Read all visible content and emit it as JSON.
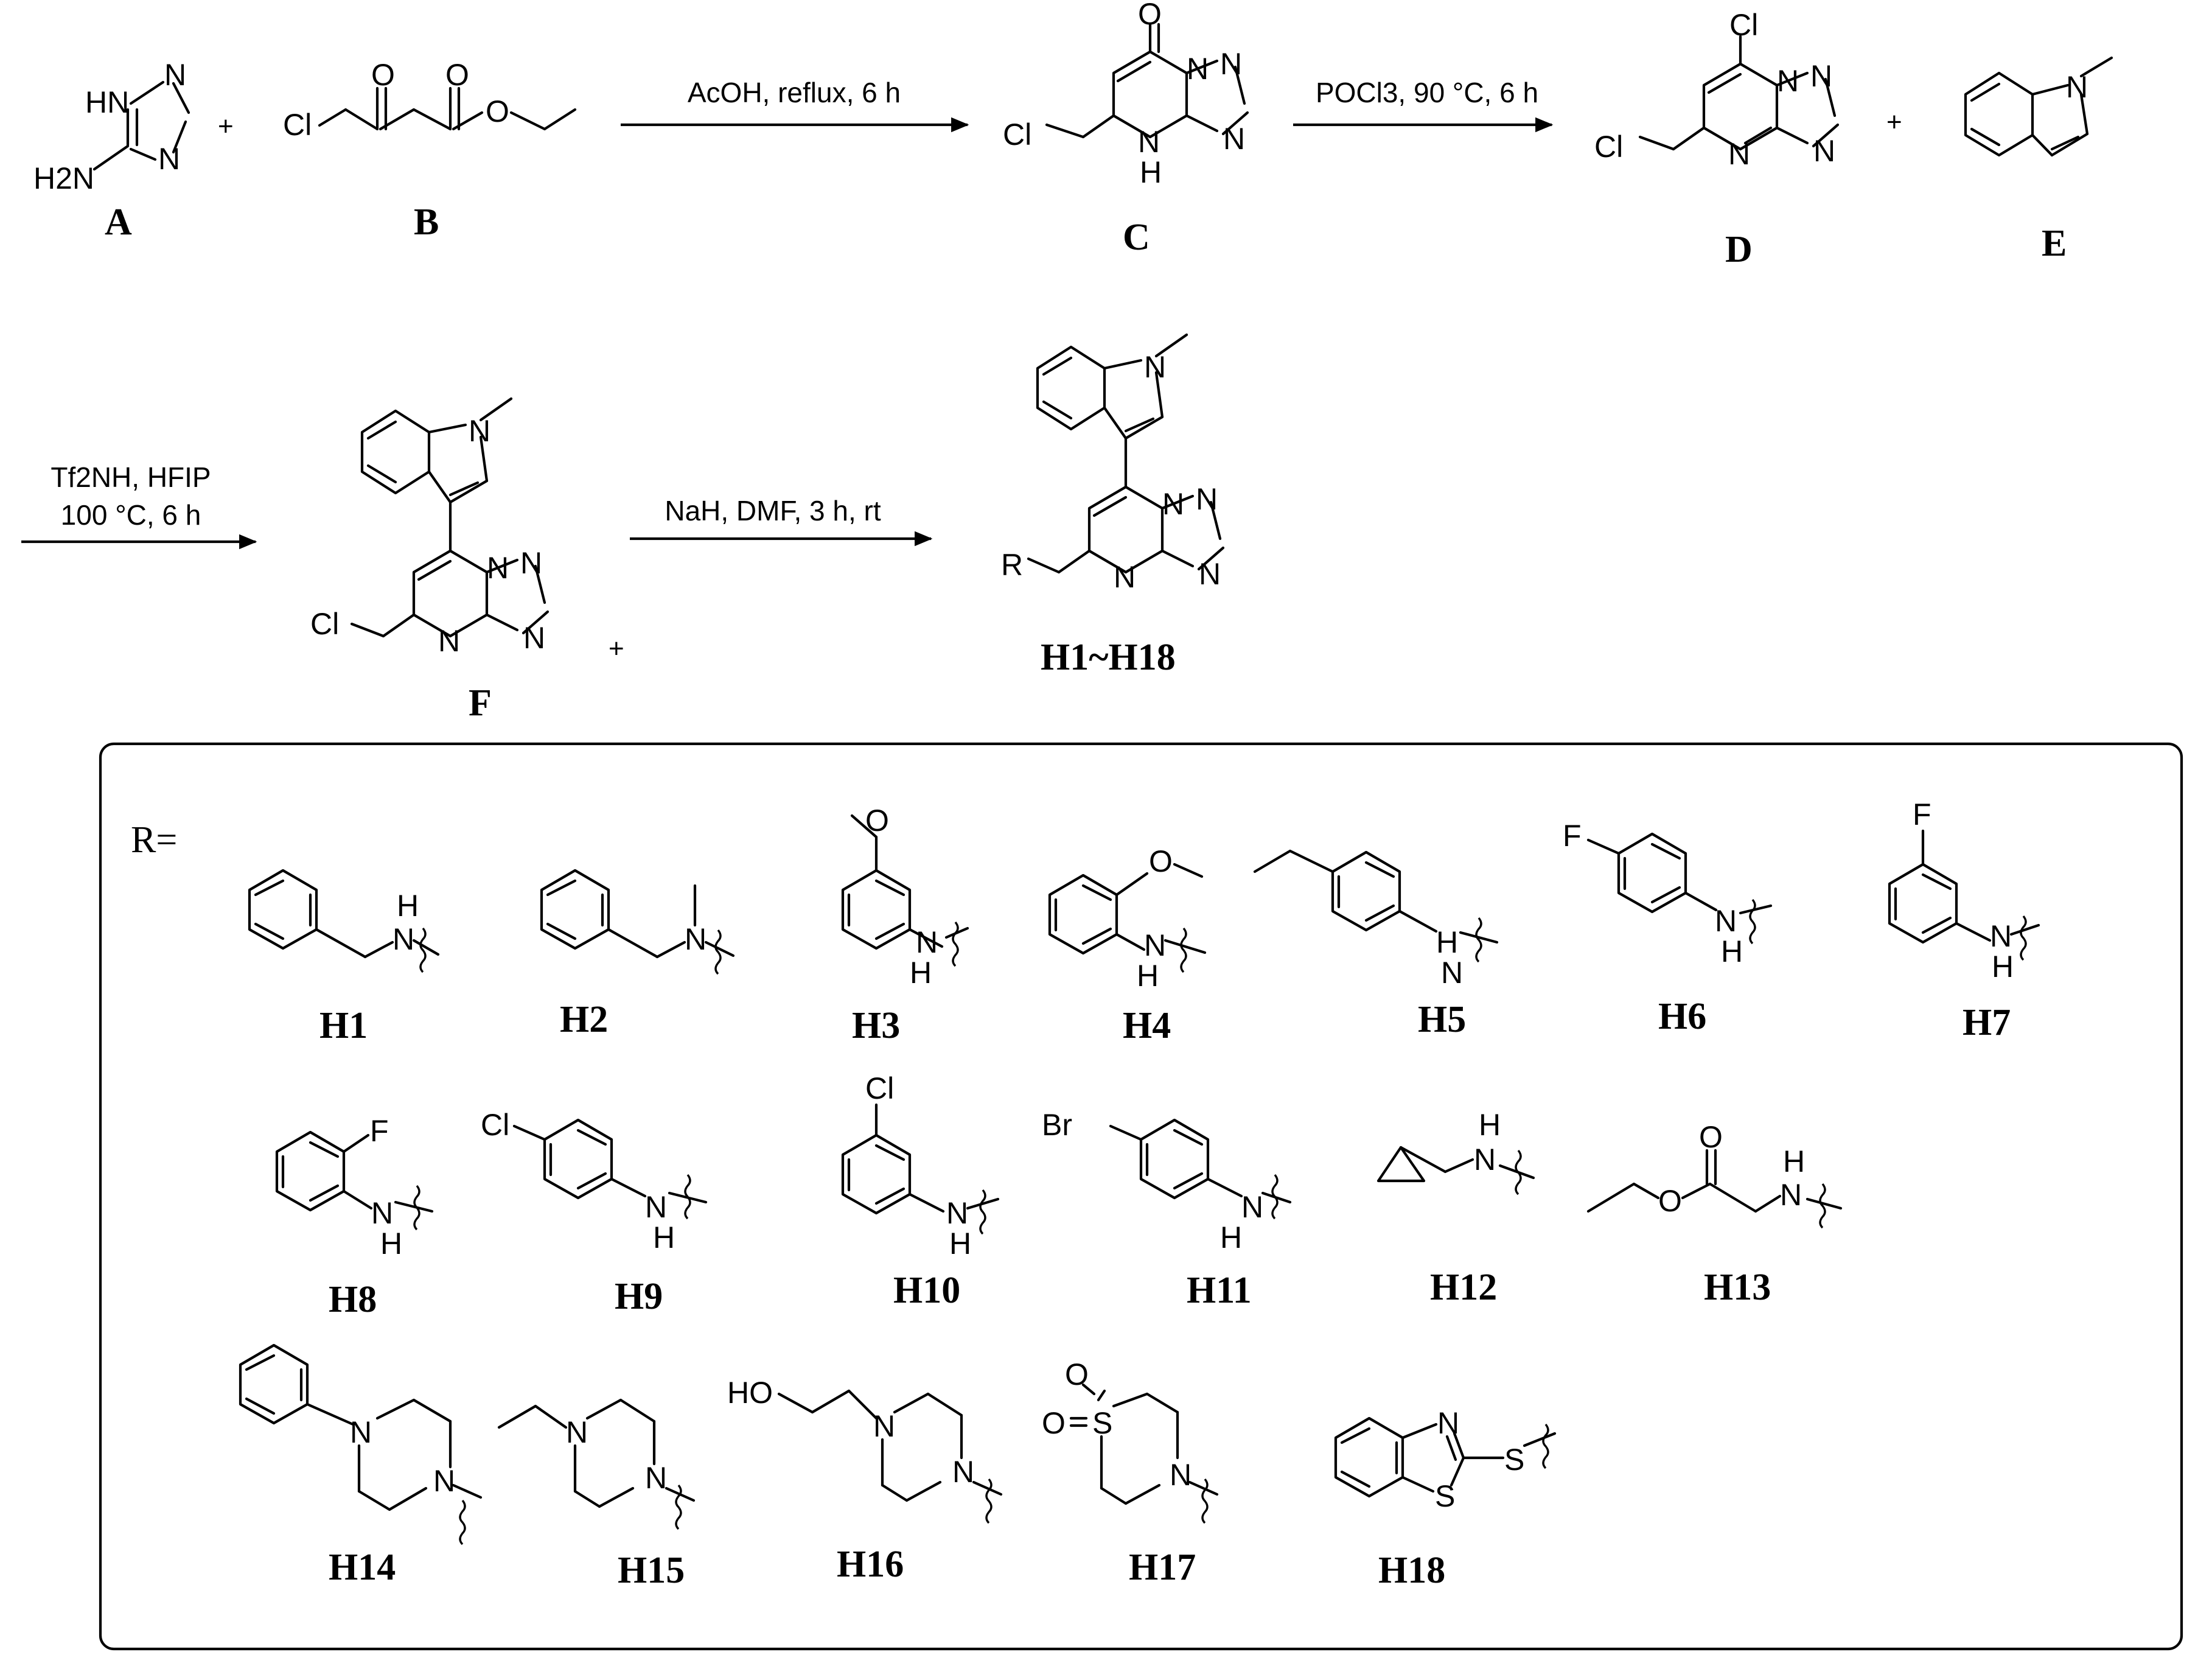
{
  "labels": {
    "A": "A",
    "B": "B",
    "C": "C",
    "D": "D",
    "E": "E",
    "F": "F",
    "product": "H1~H18",
    "H1": "H1",
    "H2": "H2",
    "H3": "H3",
    "H4": "H4",
    "H5": "H5",
    "H6": "H6",
    "H7": "H7",
    "H8": "H8",
    "H9": "H9",
    "H10": "H10",
    "H11": "H11",
    "H12": "H12",
    "H13": "H13",
    "H14": "H14",
    "H15": "H15",
    "H16": "H16",
    "H17": "H17",
    "H18": "H18"
  },
  "conditions": {
    "step1": "AcOH, reflux, 6 h",
    "step2": "POCl3, 90 °C, 6 h",
    "step3_line1": "Tf2NH, HFIP",
    "step3_line2": "100 °C, 6 h",
    "step4": "NaH, DMF,  3 h, rt"
  },
  "symbols": {
    "plus": "+",
    "r_equals": "R="
  },
  "atoms": {
    "HN": "HN",
    "H": "H",
    "N": "N",
    "Cl": "Cl",
    "O": "O",
    "F": "F",
    "Br": "Br",
    "S": "S",
    "R": "R",
    "HO": "HO",
    "H2N": "H2N"
  }
}
